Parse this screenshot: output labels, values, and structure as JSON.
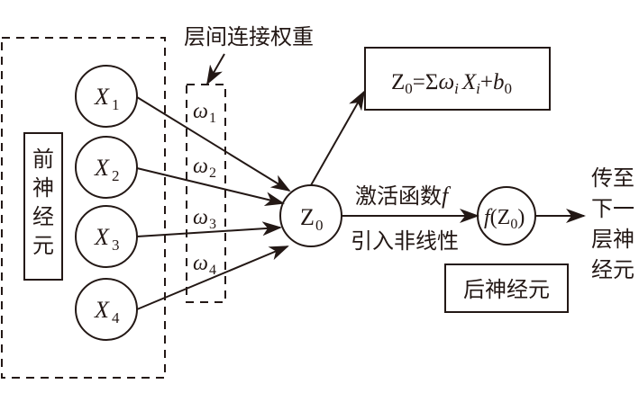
{
  "colors": {
    "ink": "#231815",
    "background": "#ffffff"
  },
  "labels": {
    "pre_neuron": [
      "前",
      "神",
      "经",
      "元"
    ],
    "weights_caption": "层间连接权重",
    "activation_top": "激活函数",
    "activation_f": "f",
    "activation_bottom": "引入非线性",
    "post_neuron": "后神经元",
    "next_layer": [
      "传至",
      "下一",
      "层神",
      "经元"
    ]
  },
  "inputs": [
    {
      "var": "X",
      "sub": "1"
    },
    {
      "var": "X",
      "sub": "2"
    },
    {
      "var": "X",
      "sub": "3"
    },
    {
      "var": "X",
      "sub": "4"
    }
  ],
  "weights": [
    {
      "var": "ω",
      "sub": "1"
    },
    {
      "var": "ω",
      "sub": "2"
    },
    {
      "var": "ω",
      "sub": "3"
    },
    {
      "var": "ω",
      "sub": "4"
    }
  ],
  "sum_node": {
    "var": "Z",
    "sub": "0"
  },
  "formula": {
    "lhs": "Z",
    "lhs_sub": "0",
    "eq": "=Σ",
    "w": "ω",
    "w_sub": "i",
    "x": "X",
    "x_sub": "i",
    "plus": "+",
    "b": "b",
    "b_sub": "0"
  },
  "output_node": {
    "f": "f",
    "open": "(",
    "var": "Z",
    "sub": "0",
    "close": ")"
  }
}
